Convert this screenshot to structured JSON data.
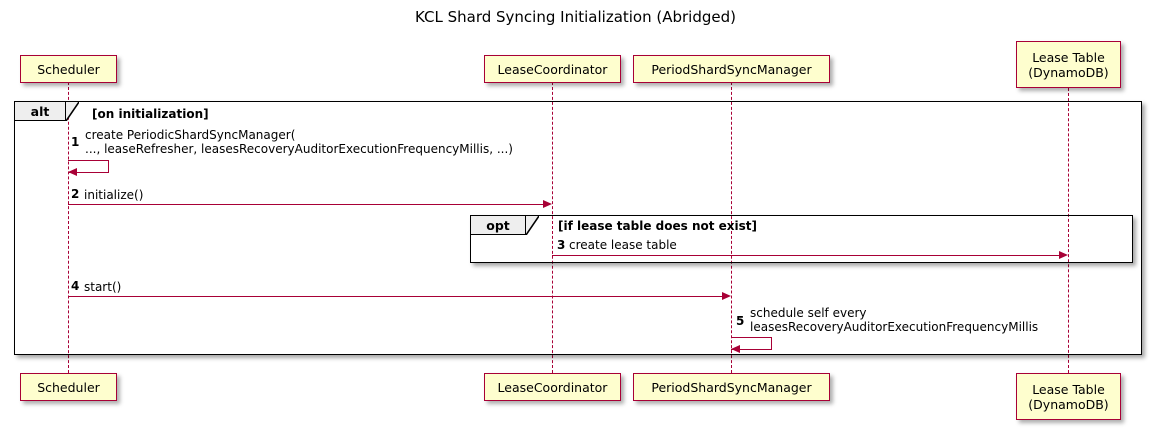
{
  "title": "KCL Shard Syncing Initialization (Abridged)",
  "colors": {
    "participant_fill": "#FEFECE",
    "participant_border": "#A80036",
    "message_color": "#A80036",
    "fragment_border": "#000000",
    "fragment_tab_fill": "#EEEEEE",
    "text_color": "#000000",
    "background": "#FFFFFF"
  },
  "participants": [
    {
      "id": "scheduler",
      "label": "Scheduler"
    },
    {
      "id": "lease-coordinator",
      "label": "LeaseCoordinator"
    },
    {
      "id": "period-shard-sync-manager",
      "label": "PeriodShardSyncManager"
    },
    {
      "id": "lease-table",
      "label": "Lease Table\n(DynamoDB)"
    }
  ],
  "fragments": [
    {
      "id": "alt",
      "operator": "alt",
      "guard": "[on initialization]"
    },
    {
      "id": "opt",
      "operator": "opt",
      "guard": "[if lease table does not exist]"
    }
  ],
  "messages": [
    {
      "seq": "1",
      "text": "create PeriodicShardSyncManager(\n   ..., leaseRefresher, leasesRecoveryAuditorExecutionFrequencyMillis, ...)",
      "from": "scheduler",
      "to": "scheduler",
      "kind": "self"
    },
    {
      "seq": "2",
      "text": "initialize()",
      "from": "scheduler",
      "to": "lease-coordinator",
      "kind": "call"
    },
    {
      "seq": "3",
      "text": "create lease table",
      "from": "lease-coordinator",
      "to": "lease-table",
      "kind": "call"
    },
    {
      "seq": "4",
      "text": "start()",
      "from": "scheduler",
      "to": "period-shard-sync-manager",
      "kind": "call"
    },
    {
      "seq": "5",
      "text": "schedule self every\n   leasesRecoveryAuditorExecutionFrequencyMillis",
      "from": "period-shard-sync-manager",
      "to": "period-shard-sync-manager",
      "kind": "self"
    }
  ]
}
